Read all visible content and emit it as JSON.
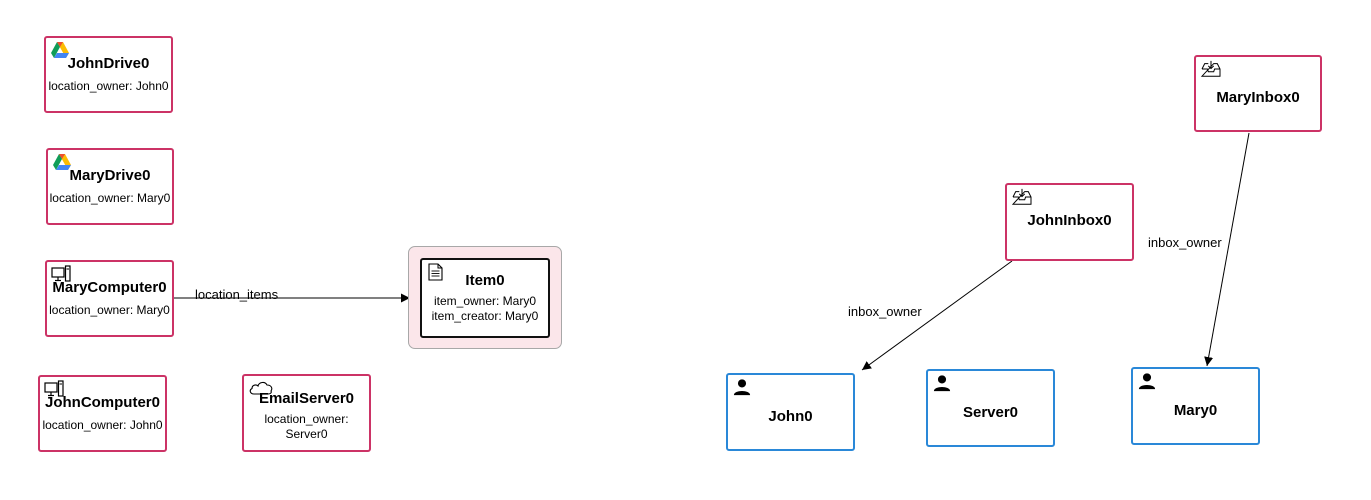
{
  "nodes": {
    "john_drive": {
      "title": "JohnDrive0",
      "attr": "location_owner: John0",
      "icon": "google-drive-icon"
    },
    "mary_drive": {
      "title": "MaryDrive0",
      "attr": "location_owner: Mary0",
      "icon": "google-drive-icon"
    },
    "mary_computer": {
      "title": "MaryComputer0",
      "attr": "location_owner: Mary0",
      "icon": "computer-icon"
    },
    "john_computer": {
      "title": "JohnComputer0",
      "attr": "location_owner: John0",
      "icon": "computer-icon"
    },
    "email_server": {
      "title": "EmailServer0",
      "attr_line1": "location_owner:",
      "attr_line2": "Server0",
      "icon": "cloud-icon"
    },
    "item": {
      "title": "Item0",
      "attr_line1": "item_owner: Mary0",
      "attr_line2": "item_creator: Mary0",
      "icon": "document-icon"
    },
    "mary_inbox": {
      "title": "MaryInbox0",
      "icon": "inbox-icon"
    },
    "john_inbox": {
      "title": "JohnInbox0",
      "icon": "inbox-icon"
    },
    "john": {
      "title": "John0",
      "icon": "person-icon"
    },
    "server": {
      "title": "Server0",
      "icon": "person-icon"
    },
    "mary": {
      "title": "Mary0",
      "icon": "person-icon"
    }
  },
  "edges": {
    "location_items": "location_items",
    "john_inbox_owner": "inbox_owner",
    "mary_inbox_owner": "inbox_owner"
  },
  "colors": {
    "location_border": "#cc3366",
    "person_border": "#2a88d8",
    "group_fill": "#fbe6ea"
  }
}
